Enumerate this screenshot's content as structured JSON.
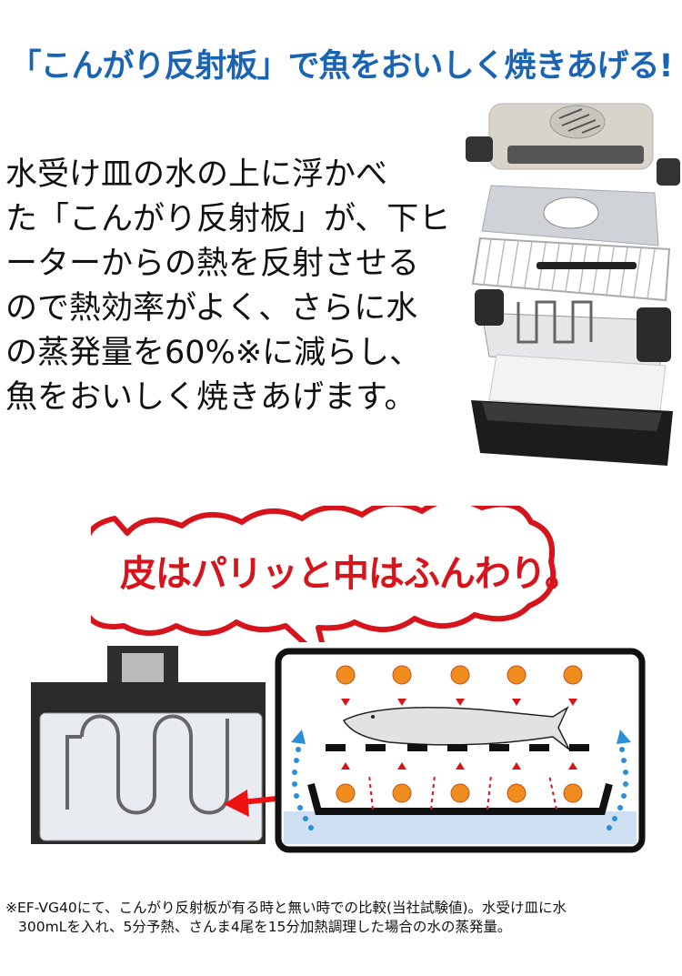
{
  "headline": "「こんがり反射板」で魚をおいしく焼きあげる!",
  "body_lines": [
    "水受け皿の水の上に浮かべ",
    "た「こんがり反射板」が、下ヒ",
    "ーターからの熱を反射させる",
    "ので熱効率がよく、さらに水",
    "の蒸発量を60%※に減らし、",
    "魚をおいしく焼きあげます。"
  ],
  "speech_bubble": "皮はパリッと中はふんわり。",
  "footnote": {
    "line1": "※EF-VG40にて、こんがり反射板が有る時と無い時での比較(当社試験値)。水受け皿に水",
    "line2": "300mLを入れ、5分予熱、さんま4尾を15分加熱調理した場合の水の蒸発量。"
  },
  "colors": {
    "headline": "#1a64b4",
    "bubble": "#d7141b",
    "heat_orb": "#f08c1e",
    "steam": "#2a8fd8",
    "water": "#cfe0f2"
  }
}
